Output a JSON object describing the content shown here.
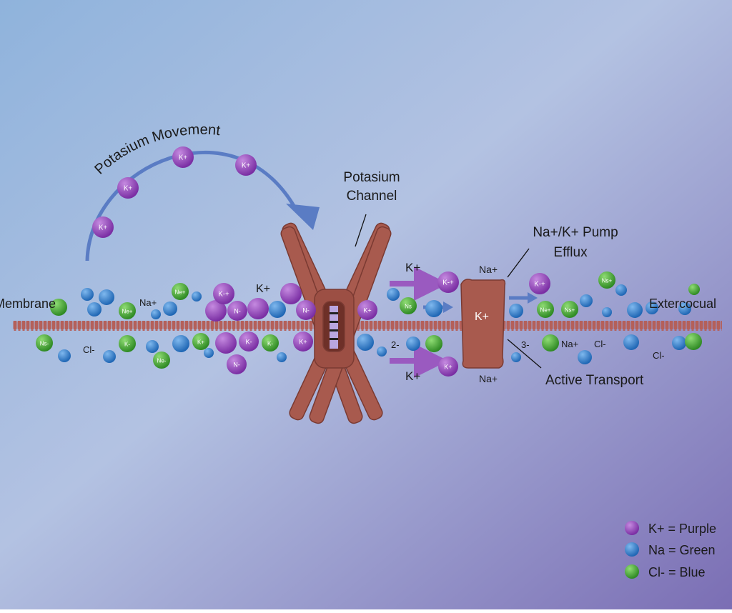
{
  "labels": {
    "arc_title": "Potasium Movement",
    "channel_line1": "Potasium",
    "channel_line2": "Channel",
    "pump_line1": "Na+/K+ Pump",
    "pump_line2": "Efflux",
    "membrane": "Membrane",
    "extracellular": "Extercocual",
    "active_transport": "Active Transport",
    "pump_inner": "K+",
    "k_top_left": "K+",
    "na_left": "Na+",
    "cl_left": "Cl-",
    "k_arrow_top": "K+",
    "k_arrow_bottom": "K+",
    "na_pump_top": "Na+",
    "na_pump_bottom": "Na+",
    "two_minus": "2-",
    "three_minus": "3-",
    "na_right": "Na+",
    "cl_right1": "Cl-",
    "cl_right2": "Cl-"
  },
  "ion_labels": [
    "K+",
    "K+",
    "K+",
    "K+",
    "Ne+",
    "Ne+",
    "K-+",
    "N-",
    "N-",
    "Ns-",
    "K-",
    "Ne-",
    "K+",
    "K-",
    "K-",
    "N-",
    "K+",
    "K+",
    "Ns",
    "K-+",
    "K+",
    "K-+",
    "Ne+",
    "Ns+",
    "Ns+",
    "K+"
  ],
  "legend": [
    {
      "label": "K+ = Purple",
      "color": "#8e3fb5"
    },
    {
      "label": "Na = Green",
      "color": "#2f7fcf"
    },
    {
      "label": "Cl- = Blue",
      "color": "#4aa83a"
    }
  ],
  "colors": {
    "purple": "#8e3fb5",
    "blue": "#2f7fcf",
    "green": "#4aa83a",
    "membrane": "#b5625a",
    "protein": "#a85a4e",
    "arrow_blue": "#5a7cc4",
    "arrow_purple": "#9a5ac0"
  }
}
